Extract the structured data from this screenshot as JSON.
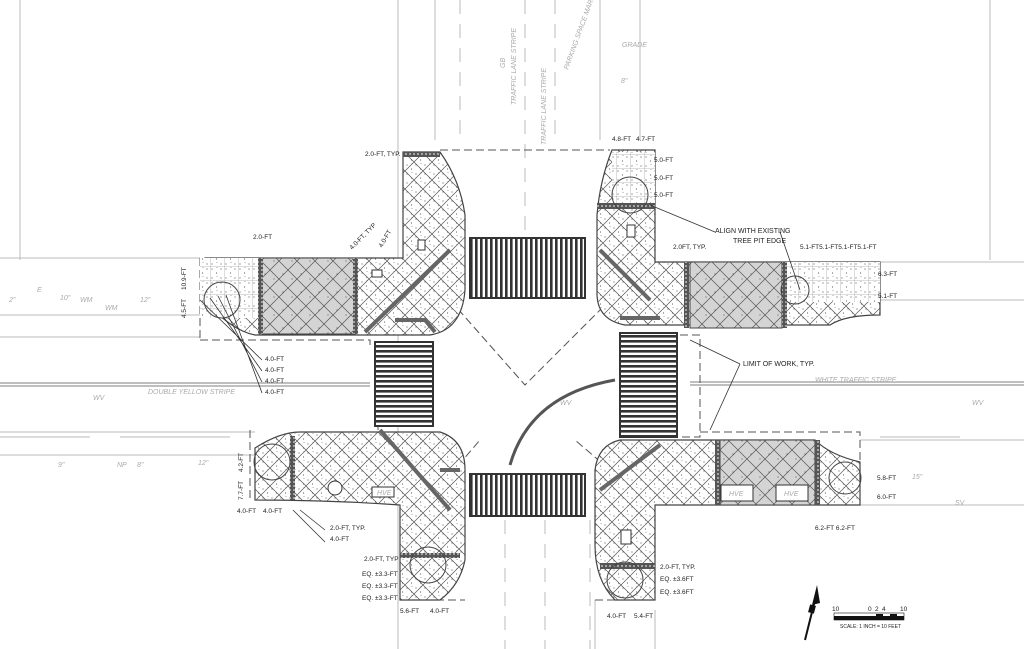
{
  "drawing": {
    "nw": {
      "edge_typ": "2.0-FT, TYP.",
      "band": "2.0-FT",
      "diag1": "4.0-FT, TYP",
      "diag2": "4.0-FT",
      "height1": "10.9-FT",
      "height2": "4.5-FT",
      "stack": [
        "4.0-FT",
        "4.0-FT",
        "4.0-FT",
        "4.0-FT"
      ]
    },
    "ne": {
      "top_w1": "4.8-FT",
      "top_w2": "4.7-FT",
      "rows": [
        "5.0-FT",
        "5.0-FT",
        "5.0-FT"
      ],
      "align_note_1": "ALIGN WITH EXISTING",
      "align_note_2": "TREE PIT EDGE",
      "band": "2.0FT, TYP.",
      "widths": "5.1-FT5.1-FT5.1-FT5.1-FT",
      "h1": "6.3-FT",
      "h2": "5.1-FT"
    },
    "sw": {
      "h1": "4.2-FT",
      "h2": "7.7-FT",
      "w1": "4.0-FT",
      "w2": "4.0-FT",
      "note1": "2.0-FT, TYP.",
      "note2": "4.0-FT",
      "band": "2.0-FT, TYP",
      "eq": [
        "EQ. ±3.3-FT",
        "EQ. ±3.3-FT",
        "EQ. ±3.3-FT"
      ],
      "b1": "5.6-FT",
      "b2": "4.0-FT",
      "hve": "HVE"
    },
    "se": {
      "h1": "5.8-FT",
      "h2": "6.0-FT",
      "widths": "6.2-FT 6.2-FT",
      "band": "2.0-FT, TYP.",
      "eq": [
        "EQ. ±3.6FT",
        "EQ. ±3.6FT"
      ],
      "b1": "4.0-FT",
      "b2": "5.4-FT",
      "hve1": "HVE",
      "hve2": "HVE"
    },
    "notes": {
      "limit_of_work": "LIMIT OF WORK, TYP.",
      "white_stripe": "WHITE TRAFFIC STRIPE",
      "yellow_stripe": "DOUBLE YELLOW STRIPE",
      "lane_stripe_1": "TRAFFIC LANE STRIPE",
      "lane_stripe_2": "TRAFFIC LANE STRIPE",
      "gb": "GB",
      "parking": "PARKING SPACE MARK, TYPICAL",
      "grade": "GRADE",
      "wv_left": "WV",
      "wv_right": "WV",
      "wv_center": "WV",
      "wm1": "WM",
      "wm2": "WM",
      "np": "NP",
      "sv": "SV",
      "e": "E",
      "size_10": "10\"",
      "size_12a": "12\"",
      "size_12b": "12\"",
      "size_9": "9\"",
      "size_8": "8\"",
      "size_15": "15\"",
      "size_2": "2\"",
      "size_8b": "8\""
    },
    "scale": {
      "ticks": [
        "10",
        "0",
        "2",
        "4",
        "10"
      ],
      "label": "SCALE: 1 INCH = 10 FEET"
    },
    "colors": {
      "line": "#444444",
      "hatch_gray": "#cfcfcf",
      "street_line": "#bbbbbb"
    }
  }
}
